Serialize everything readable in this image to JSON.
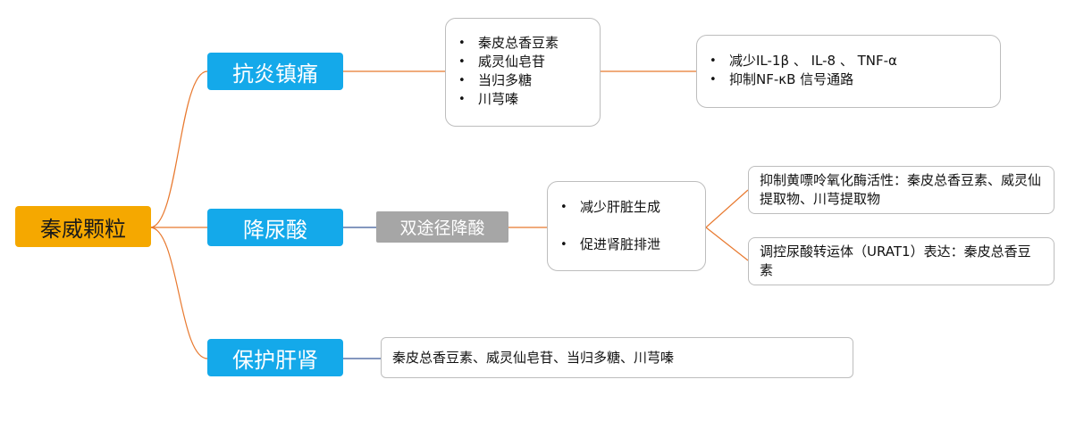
{
  "root": {
    "label": "秦威颗粒"
  },
  "branches": [
    {
      "label": "抗炎镇痛"
    },
    {
      "label": "降尿酸"
    },
    {
      "label": "保护肝肾"
    }
  ],
  "anti_inflammatory": {
    "components": [
      "秦皮总香豆素",
      "威灵仙皂苷",
      "当归多糖",
      "川芎嗪"
    ],
    "mechanisms": [
      "减少IL-1β 、 IL-8 、 TNF-α",
      "抑制NF-κB 信号通路"
    ]
  },
  "uric_acid": {
    "tag": "双途径降酸",
    "routes": [
      "减少肝脏生成",
      "促进肾脏排泄"
    ],
    "liver_detail": "抑制黄嘌呤氧化酶活性：秦皮总香豆素、威灵仙提取物、川芎提取物",
    "kidney_detail": "调控尿酸转运体（URAT1）表达：秦皮总香豆素"
  },
  "protect": {
    "components": "秦皮总香豆素、威灵仙皂苷、当归多糖、川芎嗪"
  },
  "colors": {
    "root": "#f5a800",
    "branch": "#14a9ea",
    "tag": "#a6a6a6",
    "line_orange": "#e8792f",
    "line_blue": "#3b5998"
  }
}
